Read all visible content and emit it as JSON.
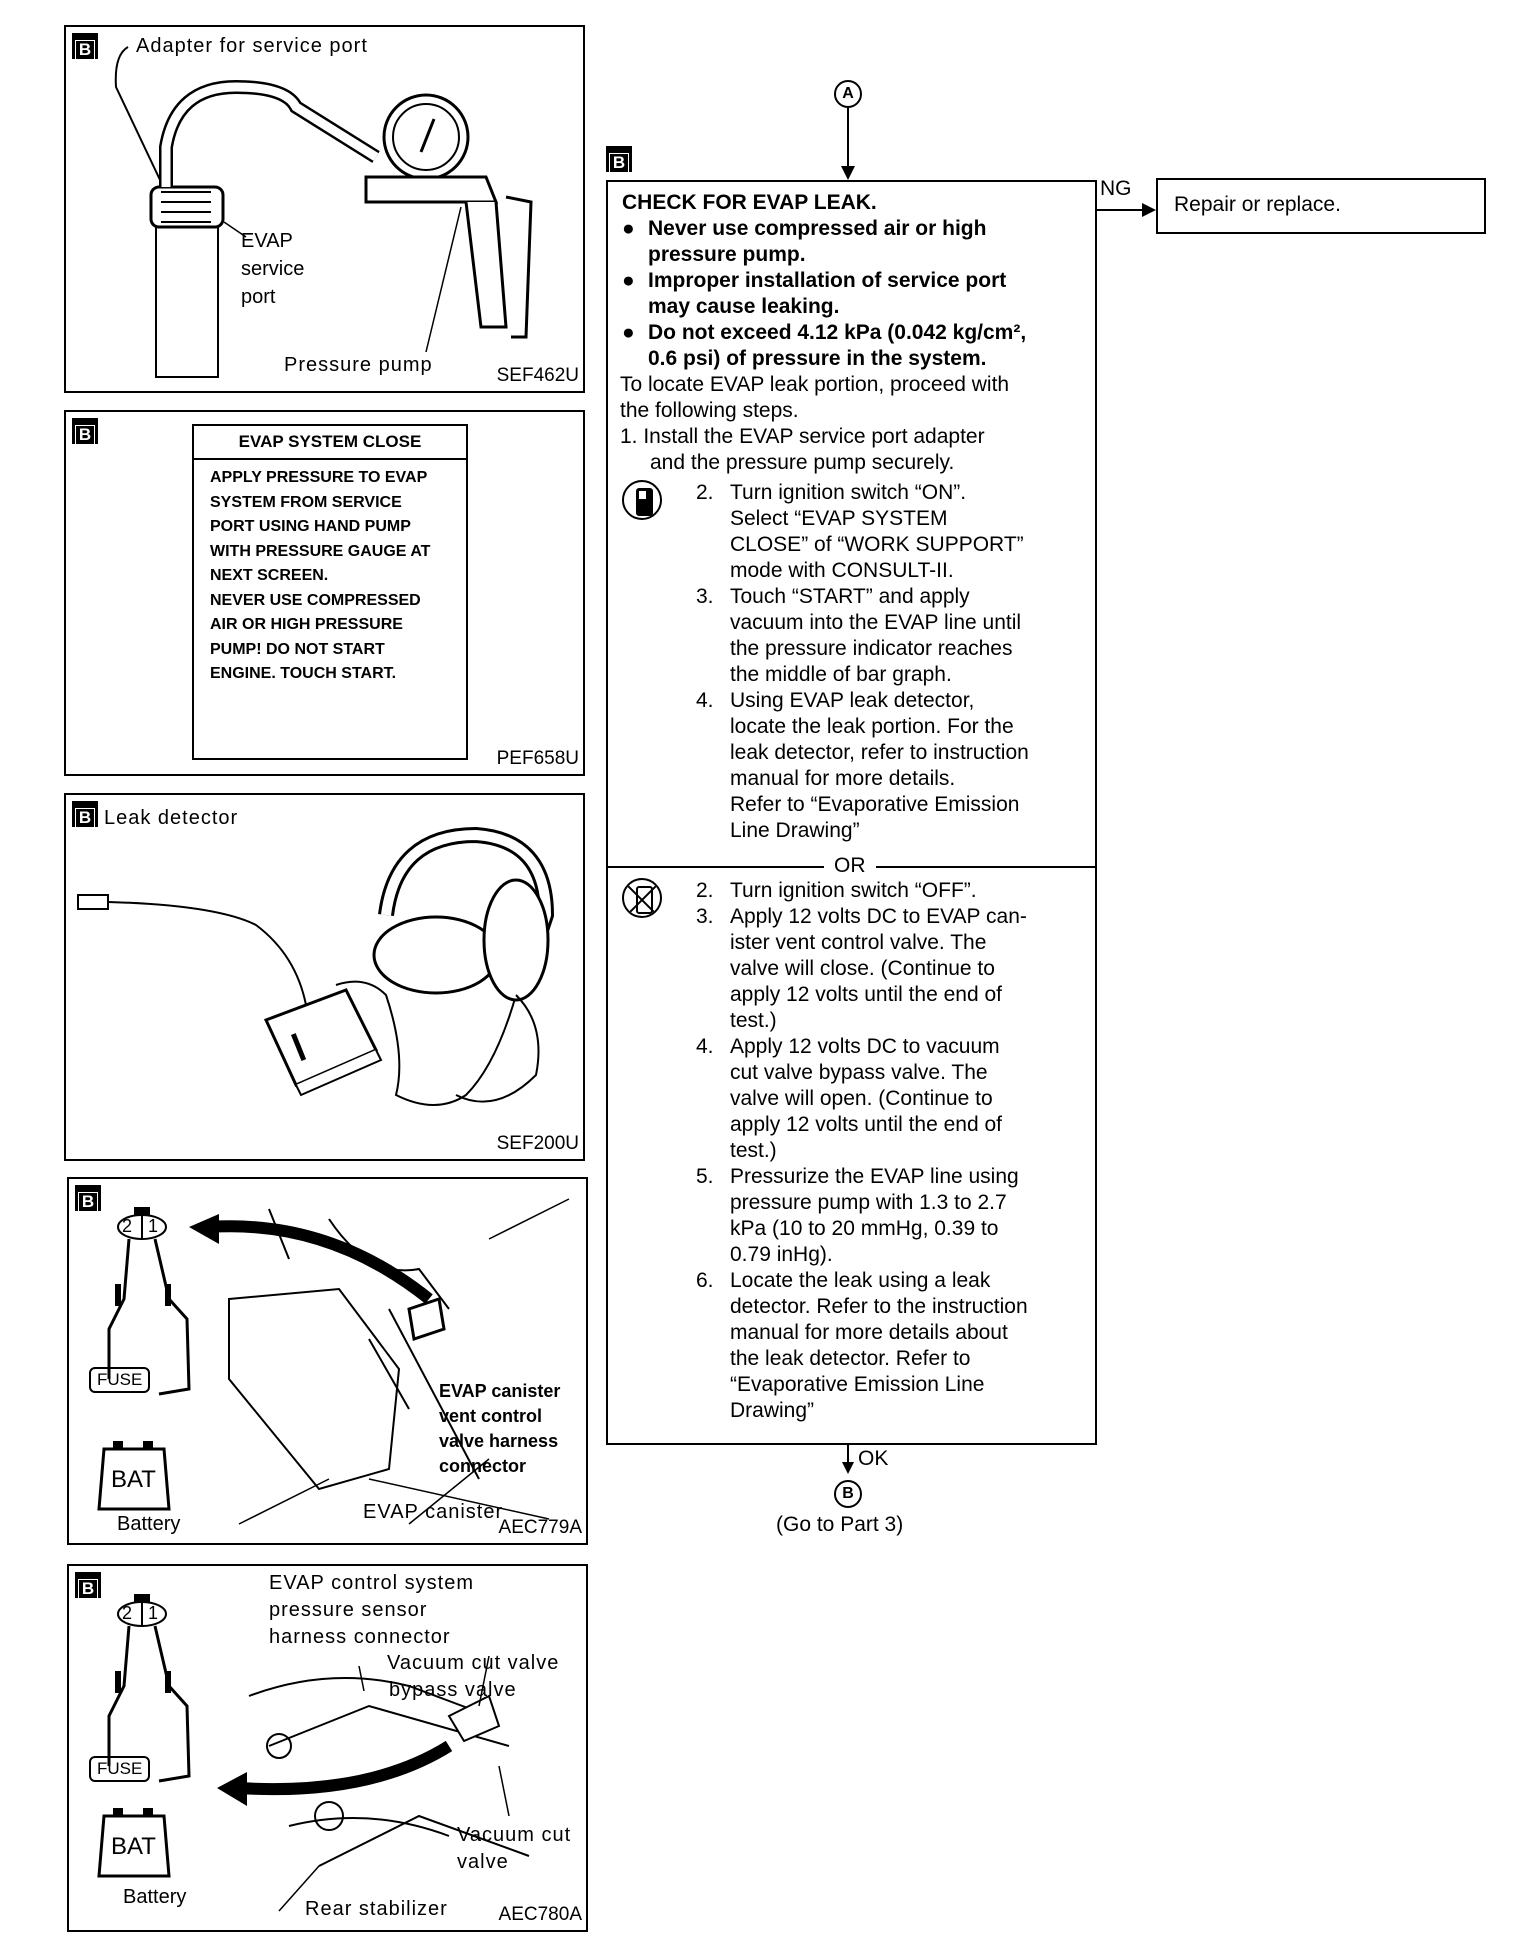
{
  "panel1": {
    "badge": "B",
    "adapter_label": "Adapter for service port",
    "evap_port_label": [
      "EVAP",
      "service",
      "port"
    ],
    "pump_label": "Pressure pump",
    "code": "SEF462U"
  },
  "panel2": {
    "badge": "B",
    "screen_title": "EVAP SYSTEM CLOSE",
    "screen_lines": [
      "APPLY PRESSURE TO EVAP",
      "SYSTEM FROM SERVICE",
      "PORT USING HAND PUMP",
      "WITH PRESSURE GAUGE AT",
      "NEXT SCREEN.",
      "NEVER USE COMPRESSED",
      "AIR OR HIGH PRESSURE",
      "PUMP! DO NOT START",
      "ENGINE. TOUCH START."
    ],
    "code": "PEF658U"
  },
  "panel3": {
    "badge": "B",
    "label": "Leak detector",
    "code": "SEF200U"
  },
  "panel4": {
    "badge": "B",
    "connector": [
      "2",
      "1"
    ],
    "fuse": "FUSE",
    "bat": "BAT",
    "battery": "Battery",
    "valve_label": [
      "EVAP canister",
      "vent control",
      "valve harness",
      "connector"
    ],
    "canister_label": "EVAP canister",
    "code": "AEC779A"
  },
  "panel5": {
    "badge": "B",
    "connector": [
      "2",
      "1"
    ],
    "fuse": "FUSE",
    "bat": "BAT",
    "battery": "Battery",
    "sensor_label": [
      "EVAP control system",
      "pressure sensor",
      "harness connector"
    ],
    "bypass_label": [
      "Vacuum cut valve",
      "bypass valve"
    ],
    "cut_label": [
      "Vacuum cut",
      "valve"
    ],
    "stabilizer_label": "Rear stabilizer",
    "code": "AEC780A"
  },
  "flow": {
    "top_node": "A",
    "badge": "B",
    "ng_label": "NG",
    "ng_result": "Repair or replace.",
    "title": "CHECK FOR EVAP LEAK.",
    "bullets": [
      [
        "Never use compressed air or high",
        "pressure pump."
      ],
      [
        "Improper installation of service port",
        "may cause leaking."
      ],
      [
        "Do not exceed 4.12 kPa (0.042 kg/cm²,",
        "0.6 psi) of pressure in the system."
      ]
    ],
    "intro": [
      "To locate EVAP leak portion, proceed with",
      "the following steps."
    ],
    "step1": [
      "1.  Install the EVAP service port adapter",
      "and the pressure pump securely."
    ],
    "with_consult": [
      {
        "num": "2.",
        "lines": [
          "Turn ignition switch “ON”.",
          "Select “EVAP SYSTEM",
          "CLOSE” of “WORK SUPPORT”",
          "mode with CONSULT-II."
        ]
      },
      {
        "num": "3.",
        "lines": [
          "Touch “START” and apply",
          "vacuum into the EVAP line until",
          "the pressure indicator reaches",
          "the middle of bar graph."
        ]
      },
      {
        "num": "4.",
        "lines": [
          "Using EVAP leak detector,",
          "locate the leak portion. For the",
          "leak detector, refer to instruction",
          "manual for more details.",
          "Refer to “Evaporative Emission",
          "Line Drawing”"
        ]
      }
    ],
    "or_label": "OR",
    "without_consult": [
      {
        "num": "2.",
        "lines": [
          "Turn ignition switch “OFF”."
        ]
      },
      {
        "num": "3.",
        "lines": [
          "Apply 12 volts DC to EVAP can-",
          "ister vent control valve. The",
          "valve will close. (Continue to",
          "apply 12 volts until the end of",
          "test.)"
        ]
      },
      {
        "num": "4.",
        "lines": [
          "Apply 12 volts DC to vacuum",
          "cut valve bypass valve. The",
          "valve will open. (Continue to",
          "apply 12 volts until the end of",
          "test.)"
        ]
      },
      {
        "num": "5.",
        "lines": [
          "Pressurize the EVAP line using",
          "pressure pump with 1.3 to 2.7",
          "kPa (10 to 20 mmHg, 0.39 to",
          "0.79 inHg)."
        ]
      },
      {
        "num": "6.",
        "lines": [
          "Locate the leak using a leak",
          "detector. Refer to the instruction",
          "manual for more details about",
          "the leak detector. Refer to",
          "“Evaporative Emission Line",
          "Drawing”"
        ]
      }
    ],
    "ok_label": "OK",
    "bottom_node": "B",
    "bottom_text": "(Go to Part 3)"
  }
}
